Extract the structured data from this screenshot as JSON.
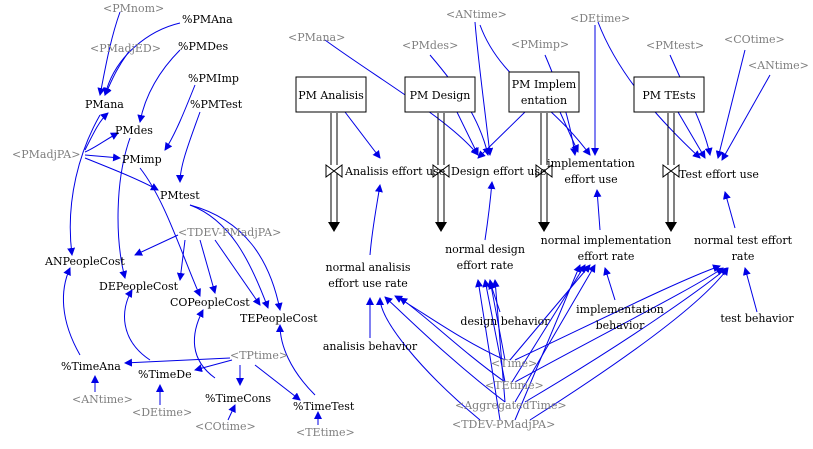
{
  "colors": {
    "link": "#0000e6",
    "text": "#000000",
    "shadow_text": "#7f7f7f",
    "background": "#ffffff"
  },
  "stocks": {
    "pm_analisis": "PM Analisis",
    "pm_design": "PM Design",
    "pm_implementation_1": "PM Implem",
    "pm_implementation_2": "entation",
    "pm_tests": "PM TEsts"
  },
  "rates": {
    "analisis": "Analisis effort use",
    "design": "Design effort use",
    "implementation_1": "implementation",
    "implementation_2": "effort use",
    "test": "Test effort use"
  },
  "variables": {
    "pmana_pct": "%PMAna",
    "pmdes_pct": "%PMDes",
    "pmimp_pct": "%PMImp",
    "pmtest_pct": "%PMTest",
    "pmana": "PMana",
    "pmdes": "PMdes",
    "pmimp": "PMimp",
    "pmtest": "PMtest",
    "an_people_cost": "ANPeopleCost",
    "de_people_cost": "DEPeopleCost",
    "co_people_cost": "COPeopleCost",
    "te_people_cost": "TEPeopleCost",
    "time_ana": "%TimeAna",
    "time_de": "%TimeDe",
    "time_cons": "%TimeCons",
    "time_test": "%TimeTest",
    "normal_analisis_1": "normal analisis",
    "normal_analisis_2": "effort use rate",
    "analisis_behavior": "analisis behavior",
    "normal_design_1": "normal design",
    "normal_design_2": "effort rate",
    "design_behavior": "design behavior",
    "normal_impl_1": "normal implementation",
    "normal_impl_2": "effort rate",
    "impl_behavior_1": "implementation",
    "impl_behavior_2": "behavior",
    "normal_test_1": "normal test effort",
    "normal_test_2": "rate",
    "test_behavior": "test behavior"
  },
  "shadows": {
    "pmnom": "<PMnom>",
    "pmadjed": "<PMadjED>",
    "pmadjpa_left": "<PMadjPA>",
    "tdev_pmadjpa_top": "<TDEV-PMadjPA>",
    "tptime": "<TPtime>",
    "antime_bottom": "<ANtime>",
    "detime_bottom": "<DEtime>",
    "cotime_bottom": "<COtime>",
    "tetime_bottom": "<TEtime>",
    "pmana": "<PMana>",
    "pmdes": "<PMdes>",
    "antime_top": "<ANtime>",
    "pmimp": "<PMimp>",
    "detime_top": "<DEtime>",
    "pmtest": "<PMtest>",
    "cotime_top": "<COtime>",
    "antime_right": "<ANtime>",
    "time_mid": "<Time>",
    "tetime_mid": "<TEtime>",
    "aggregated_time": "<AggregatedTime>",
    "tdev_pmadjpa_bottom": "<TDEV-PMadjPA>"
  }
}
